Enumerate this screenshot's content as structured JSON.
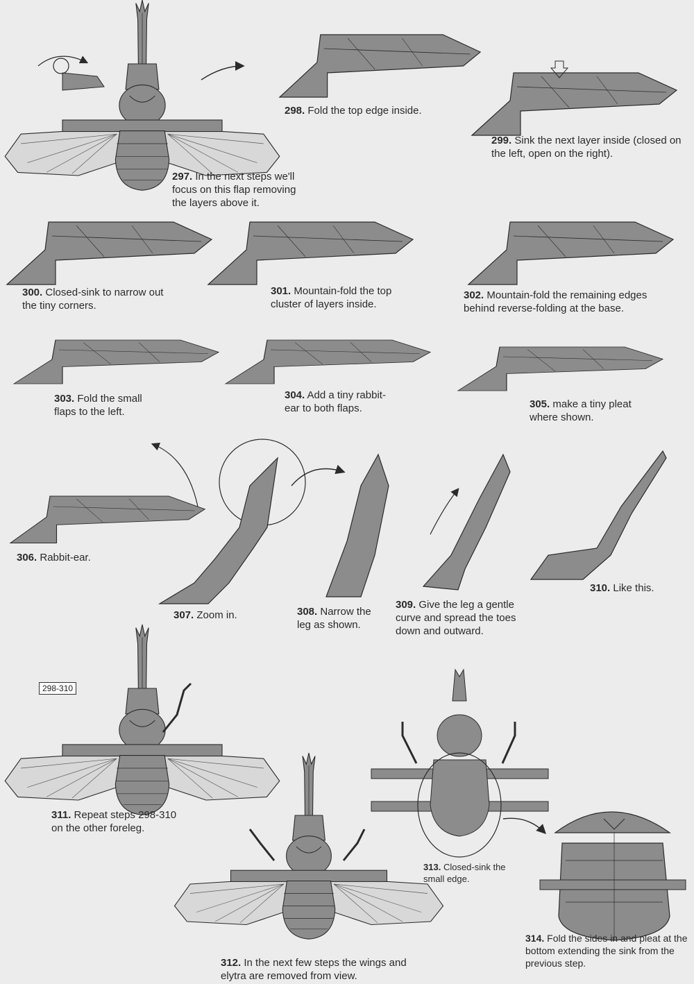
{
  "steps": [
    {
      "num": "297.",
      "text": "In the next steps we'll focus on this flap removing the layers above it."
    },
    {
      "num": "298.",
      "text": "Fold the top edge inside."
    },
    {
      "num": "299.",
      "text": "Sink the next layer inside (closed on the left, open on the right)."
    },
    {
      "num": "300.",
      "text": "Closed-sink to narrow out the tiny corners."
    },
    {
      "num": "301.",
      "text": "Mountain-fold the top cluster of layers inside."
    },
    {
      "num": "302.",
      "text": "Mountain-fold the remaining edges behind reverse-folding at the base."
    },
    {
      "num": "303.",
      "text": "Fold the small flaps to the left."
    },
    {
      "num": "304.",
      "text": "Add a tiny rabbit-ear to both flaps."
    },
    {
      "num": "305.",
      "text": "make a tiny pleat where shown."
    },
    {
      "num": "306.",
      "text": "Rabbit-ear."
    },
    {
      "num": "307.",
      "text": "Zoom in."
    },
    {
      "num": "308.",
      "text": "Narrow the leg as shown."
    },
    {
      "num": "309.",
      "text": "Give the leg a gentle curve and spread the toes down and outward."
    },
    {
      "num": "310.",
      "text": "Like this."
    },
    {
      "num": "311.",
      "text": "Repeat steps 298-310 on the other foreleg."
    },
    {
      "num": "312.",
      "text": "In the next few steps the wings and elytra are removed from view."
    },
    {
      "num": "313.",
      "text": "Closed-sink the small edge."
    },
    {
      "num": "314.",
      "text": "Fold the sides in and pleat at the bottom extending the sink from the previous step."
    }
  ],
  "reference_box": "298-310",
  "colors": {
    "paper": "#8c8c8c",
    "paper_dark": "#6e6e6e",
    "wing": "#d8d8d8",
    "line": "#2b2b2b",
    "background": "#ececec"
  }
}
